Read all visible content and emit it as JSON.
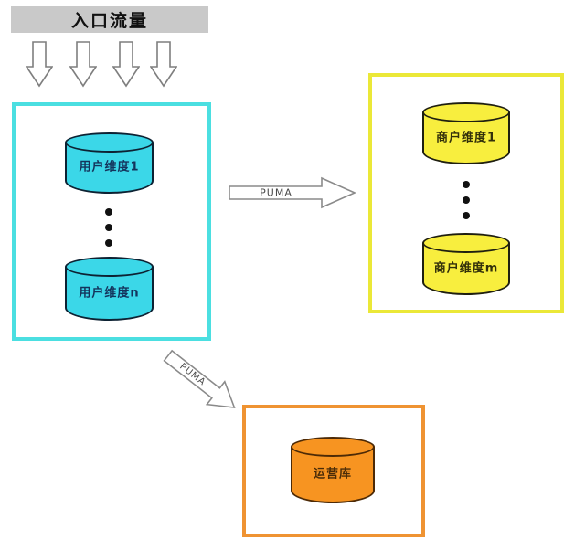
{
  "header": {
    "label": "入口流量"
  },
  "user_group": {
    "cylinders": [
      {
        "label": "用户维度1"
      },
      {
        "label": "用户维度n"
      }
    ]
  },
  "merchant_group": {
    "cylinders": [
      {
        "label": "商户维度1"
      },
      {
        "label": "商户维度m"
      }
    ]
  },
  "ops_group": {
    "cylinders": [
      {
        "label": "运营库"
      }
    ]
  },
  "arrows": {
    "horizontal_label": "PUMA",
    "diagonal_label": "PUMA"
  },
  "colors": {
    "header_bg": "#c9c9c9",
    "user_box_border": "#4bdfe1",
    "user_cylinder_fill": "#3bd7e8",
    "merchant_box_border": "#ebe838",
    "merchant_cylinder_fill": "#f8ee3e",
    "ops_box_border": "#ef9332",
    "ops_cylinder_fill": "#f79421",
    "arrow_outline": "#8a8a8a"
  }
}
